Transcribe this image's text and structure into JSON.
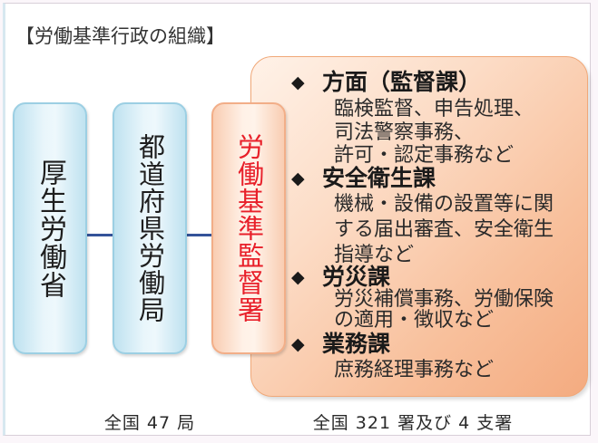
{
  "title": "【労働基準行政の組織】",
  "organizations": [
    {
      "name": "厚生労働省"
    },
    {
      "name": "都道府県労働局"
    },
    {
      "name": "労働基準監督署"
    }
  ],
  "bullet": "◆",
  "sections": [
    {
      "heading": "方面（監督課）",
      "lines": [
        "臨検監督、申告処理、",
        "司法警察事務、",
        "許可・認定事務など"
      ]
    },
    {
      "heading": "安全衛生課",
      "lines": [
        "機械・設備の設置等に関",
        "する届出審査、安全衛生",
        "指導など"
      ]
    },
    {
      "heading": "労災課",
      "lines": [
        "労災補償事務、労働保険",
        "の適用・徴収など"
      ]
    },
    {
      "heading": "業務課",
      "lines": [
        "庶務経理事務など"
      ]
    }
  ],
  "counts": {
    "bureaus": "全国 47 局",
    "offices": "全国 321 署及び 4 支署"
  },
  "colors": {
    "connector": "#34539a",
    "highlight_text": "#e8202a",
    "section_panel": "#f6b48a",
    "bureau_box": "#cfe8f2"
  }
}
